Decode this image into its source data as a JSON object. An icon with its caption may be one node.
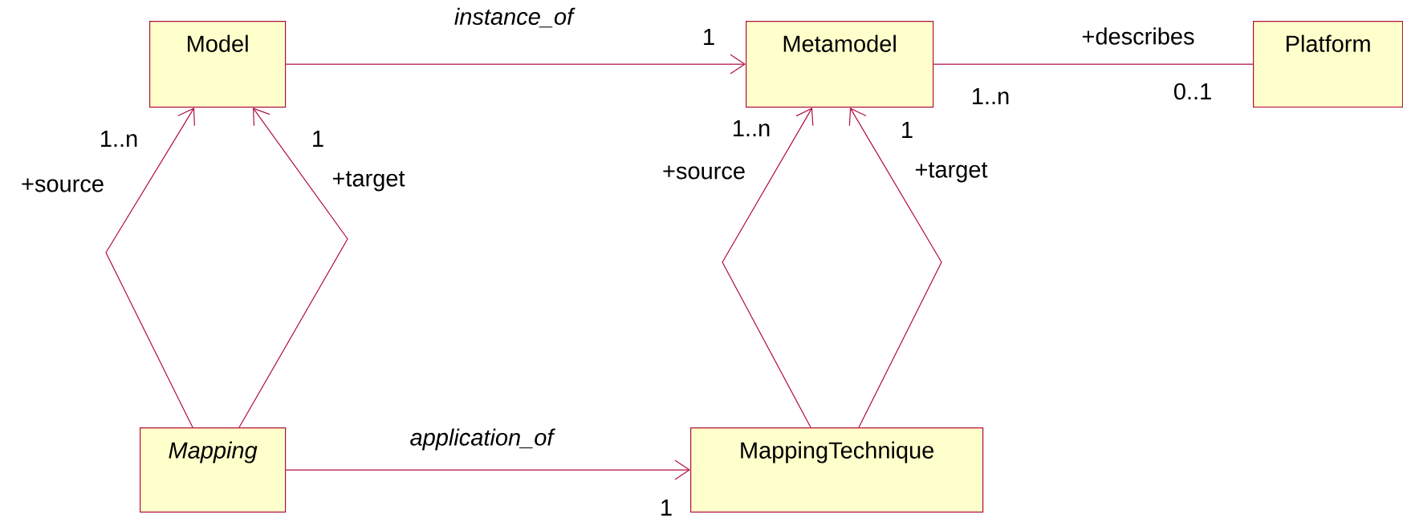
{
  "diagram": {
    "nodes": [
      {
        "text": [
          "Model"
        ]
      },
      {
        "text": [
          "Metamodel"
        ]
      },
      {
        "text": [
          "Platform"
        ]
      },
      {
        "text": [
          "Mapping"
        ]
      },
      {
        "text": [
          "MappingTechnique"
        ]
      }
    ],
    "edges": [
      {
        "from": 0,
        "to": 1,
        "arrow": "to",
        "label": "instance_of"
      },
      {
        "from": 1,
        "to": 2,
        "arrow": "none",
        "label": "+describes"
      },
      {
        "from": 3,
        "to": 0,
        "arrow": "to"
      },
      {
        "from": 3,
        "to": 0,
        "arrow": "to"
      },
      {
        "from": 4,
        "to": 1,
        "arrow": "to"
      },
      {
        "from": 4,
        "to": 1,
        "arrow": "to"
      },
      {
        "from": 3,
        "to": 4,
        "arrow": "to",
        "label": "application_of"
      }
    ],
    "labels": [
      "1",
      "1..n",
      "0..1",
      "1..n",
      "1",
      "+source",
      "+target",
      "1..n",
      "1",
      "+source",
      "+target",
      "1"
    ]
  }
}
